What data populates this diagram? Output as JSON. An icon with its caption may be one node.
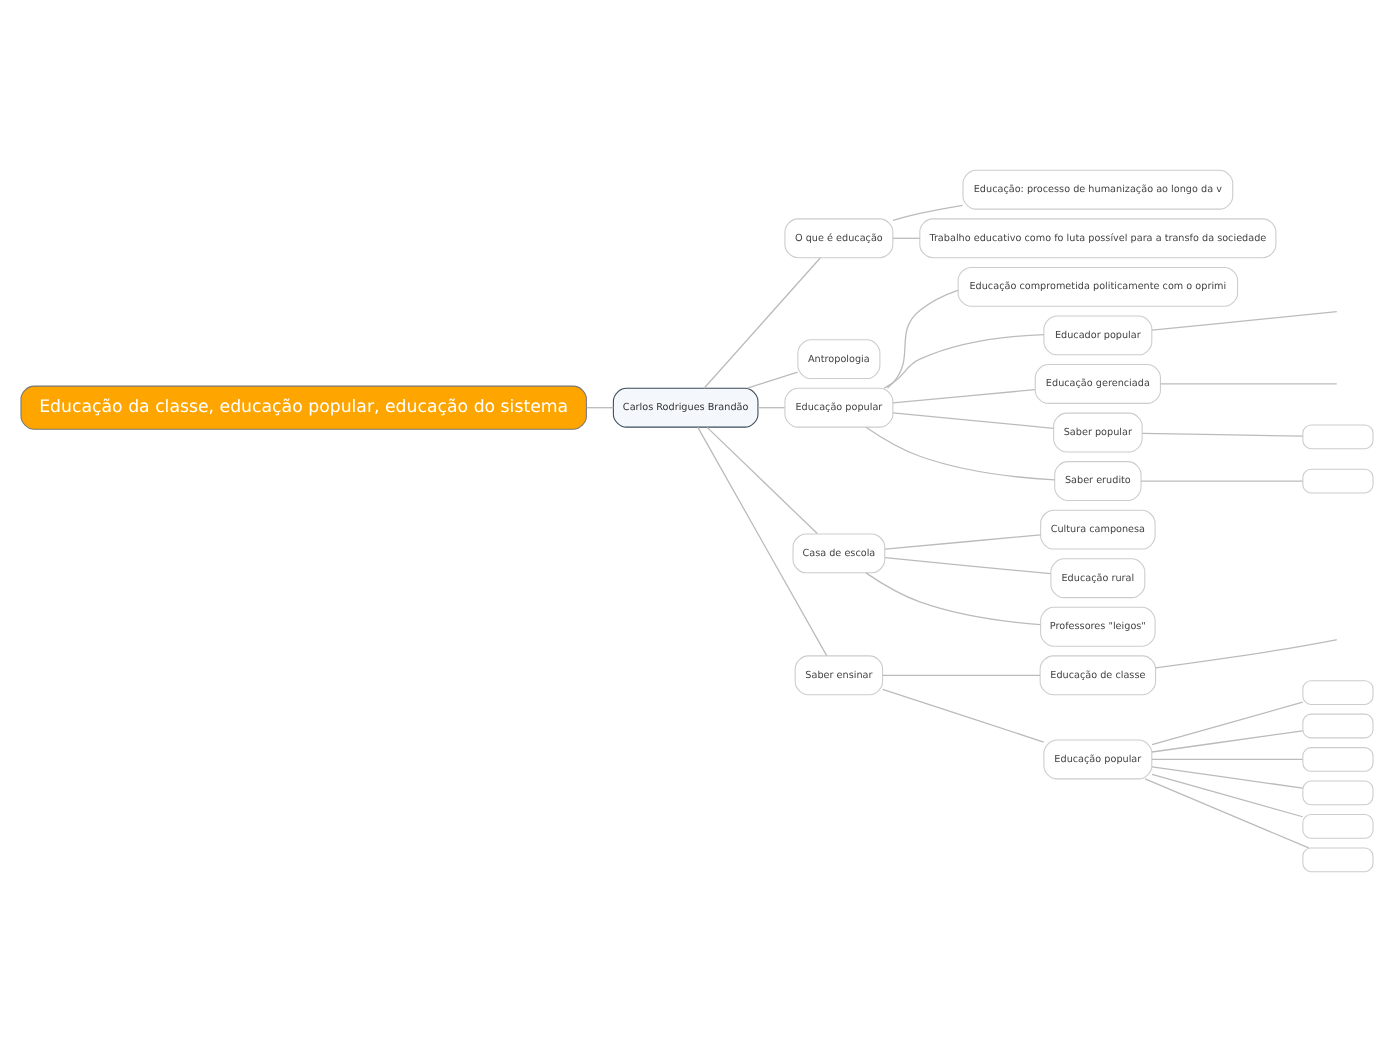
{
  "diagram": {
    "nodes": [
      {
        "text": [
          "Educação da classe, educação popular, educação do sistema"
        ]
      },
      {
        "text": [
          "Carlos Rodrigues Brandão"
        ]
      },
      {
        "text": [
          "O que é educação"
        ]
      },
      {
        "text": [
          "Educação: processo de humanização ao longo da v"
        ]
      },
      {
        "text": [
          "Trabalho educativo como fo luta possível para a transfo da sociedade"
        ]
      },
      {
        "text": [
          "Antropologia"
        ]
      },
      {
        "text": [
          "Educação popular"
        ]
      },
      {
        "text": [
          "Educação comprometida politicamente com o oprimi"
        ]
      },
      {
        "text": [
          "Educador popular"
        ]
      },
      {
        "text": [
          "Educação gerenciada"
        ]
      },
      {
        "text": [
          "Saber popular"
        ]
      },
      {
        "text": [
          "Saber erudito"
        ]
      },
      {
        "text": [],
        "shape": "box"
      },
      {
        "text": [],
        "shape": "box"
      },
      {
        "text": [
          "Casa de escola"
        ]
      },
      {
        "text": [
          "Cultura camponesa"
        ]
      },
      {
        "text": [
          "Educação rural"
        ]
      },
      {
        "text": [
          "Professores \"leigos\""
        ]
      },
      {
        "text": [
          "Saber ensinar"
        ]
      },
      {
        "text": [
          "Educação de classe"
        ]
      },
      {
        "text": [
          "Educação popular"
        ]
      },
      {
        "text": [],
        "shape": "box"
      },
      {
        "text": [],
        "shape": "box"
      },
      {
        "text": [],
        "shape": "box"
      },
      {
        "text": [],
        "shape": "box"
      },
      {
        "text": [],
        "shape": "box"
      },
      {
        "text": [],
        "shape": "box"
      }
    ],
    "edges": [
      {
        "from": 0,
        "to": 1,
        "arrow": "none"
      },
      {
        "from": 1,
        "to": 2,
        "arrow": "none"
      },
      {
        "from": 1,
        "to": 5,
        "arrow": "none"
      },
      {
        "from": 1,
        "to": 6,
        "arrow": "none"
      },
      {
        "from": 1,
        "to": 14,
        "arrow": "none"
      },
      {
        "from": 1,
        "to": 18,
        "arrow": "none"
      },
      {
        "from": 2,
        "to": 3,
        "arrow": "none"
      },
      {
        "from": 2,
        "to": 4,
        "arrow": "none"
      },
      {
        "from": 6,
        "to": 7,
        "arrow": "none"
      },
      {
        "from": 6,
        "to": 8,
        "arrow": "none"
      },
      {
        "from": 6,
        "to": 9,
        "arrow": "none"
      },
      {
        "from": 6,
        "to": 10,
        "arrow": "none"
      },
      {
        "from": 6,
        "to": 11,
        "arrow": "none"
      },
      {
        "from": 8,
        "to": null,
        "arrow": "none"
      },
      {
        "from": 9,
        "to": null,
        "arrow": "none"
      },
      {
        "from": 10,
        "to": 12,
        "arrow": "none"
      },
      {
        "from": 11,
        "to": 13,
        "arrow": "none"
      },
      {
        "from": 14,
        "to": 15,
        "arrow": "none"
      },
      {
        "from": 14,
        "to": 16,
        "arrow": "none"
      },
      {
        "from": 14,
        "to": 17,
        "arrow": "none"
      },
      {
        "from": 18,
        "to": 19,
        "arrow": "none"
      },
      {
        "from": 18,
        "to": 20,
        "arrow": "none"
      },
      {
        "from": 19,
        "to": null,
        "arrow": "none"
      },
      {
        "from": 20,
        "to": 21,
        "arrow": "none"
      },
      {
        "from": 20,
        "to": 22,
        "arrow": "none"
      },
      {
        "from": 20,
        "to": 23,
        "arrow": "none"
      },
      {
        "from": 20,
        "to": 24,
        "arrow": "none"
      },
      {
        "from": 20,
        "to": 25,
        "arrow": "none"
      },
      {
        "from": 20,
        "to": 26,
        "arrow": "none"
      }
    ]
  }
}
